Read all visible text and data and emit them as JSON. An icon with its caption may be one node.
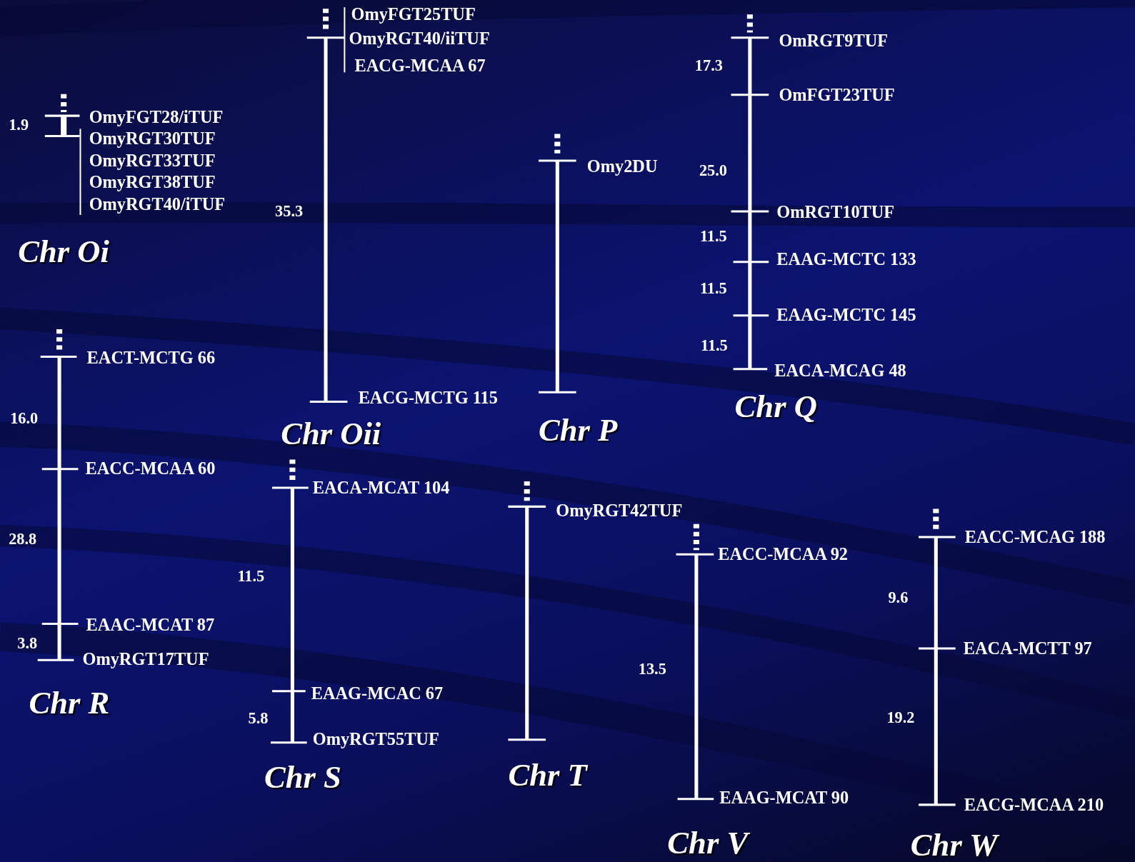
{
  "diagram": {
    "labels": [
      "OmyFGT28/iTUF",
      "1.9",
      "OmyRGT30TUF",
      "OmyRGT33TUF",
      "OmyRGT38TUF",
      "OmyRGT40/iTUF",
      "Chr Oi",
      "OmyFGT25TUF",
      "OmyRGT40/iiTUF",
      "EACG-MCAA 67",
      "35.3",
      "EACG-MCTG 115",
      "Chr Oii",
      "Omy2DU",
      "Chr P",
      "OmRGT9TUF",
      "17.3",
      "OmFGT23TUF",
      "25.0",
      "OmRGT10TUF",
      "11.5",
      "EAAG-MCTC 133",
      "11.5",
      "EAAG-MCTC 145",
      "11.5",
      "EACA-MCAG 48",
      "Chr Q",
      "EACT-MCTG 66",
      "16.0",
      "EACC-MCAA 60",
      "28.8",
      "EAAC-MCAT 87",
      "3.8",
      "OmyRGT17TUF",
      "Chr R",
      "EACA-MCAT 104",
      "11.5",
      "EAAG-MCAC 67",
      "5.8",
      "OmyRGT55TUF",
      "Chr S",
      "OmyRGT42TUF",
      "Chr T",
      "EACC-MCAA 92",
      "13.5",
      "EAAG-MCAT 90",
      "Chr V",
      "EACC-MCAG 188",
      "9.6",
      "EACA-MCTT 97",
      "19.2",
      "EACG-MCAA 210",
      "Chr W"
    ]
  }
}
